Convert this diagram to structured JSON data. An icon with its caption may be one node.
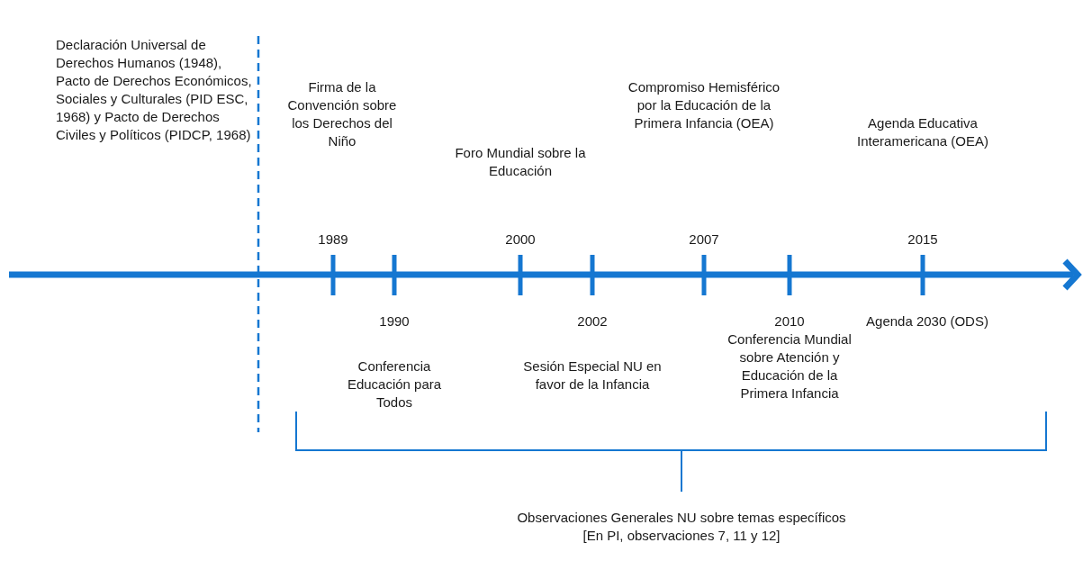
{
  "diagram": {
    "labels": [
      "Declaración Universal de Derechos Humanos (1948), Pacto de Derechos Económicos, Sociales y Culturales (PID ESC, 1968) y Pacto de Derechos Civiles y Políticos (PIDCP, 1968)",
      "Firma de la Convención sobre los Derechos del Niño",
      "Foro Mundial sobre la Educación",
      "Compromiso Hemisférico por la Educación de la Primera Infancia (OEA)",
      "Agenda Educativa Interamericana (OEA)",
      "1989",
      "2000",
      "2007",
      "2015",
      "1990",
      "2002",
      "2010",
      "Agenda 2030 (ODS)",
      "Conferencia Educación para Todos",
      "Sesión Especial NU en favor de la Infancia",
      "Conferencia Mundial sobre Atención y Educación de la Primera Infancia",
      "Observaciones Generales NU sobre temas específicos [En PI, observaciones 7, 11 y 12]"
    ]
  }
}
